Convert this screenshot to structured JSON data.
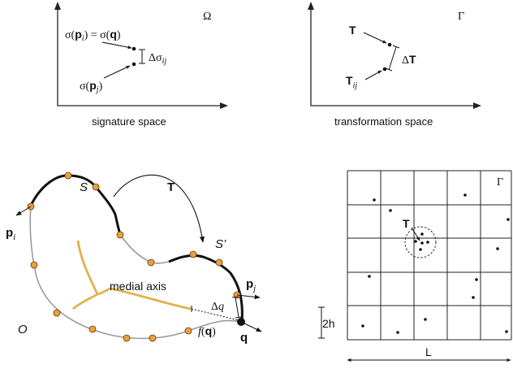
{
  "colors": {
    "medial_axis": "#e0b24c",
    "shape_thick": "#111111",
    "shape_thin": "#999999",
    "sample_point": "#e8a040"
  },
  "signature_panel": {
    "caption": "signature space",
    "space_symbol": "Ω",
    "label_top_left": "σ(",
    "label_top_p": "p",
    "label_top_i": "i",
    "label_top_mid": ") = σ(",
    "label_top_q": "q",
    "label_top_end": ")",
    "label_bottom_left": "σ(",
    "label_bottom_p": "p",
    "label_bottom_j": "j",
    "label_bottom_end": ")",
    "delta_sigma": "Δσ",
    "delta_sigma_sub": "ij"
  },
  "transformation_panel": {
    "caption": "transformation space",
    "space_symbol": "Γ",
    "label_T": "T",
    "label_Tij": "T",
    "label_Tij_sub": "ij",
    "delta_T_prefix": "Δ",
    "delta_T": "T"
  },
  "shape_panel": {
    "label_S": "S",
    "label_S_prime": "S’",
    "label_T": "T",
    "label_O": "O",
    "label_p": "p",
    "label_i": "i",
    "label_j": "j",
    "label_q": "q",
    "medial_axis": "medial axis",
    "delta_q_prefix": "Δ",
    "delta_q": "q",
    "fq_f": "f",
    "fq_open": "(",
    "fq_q": "q",
    "fq_close": ")"
  },
  "grid_panel": {
    "space_symbol": "Γ",
    "label_T": "T",
    "label_2h": "2h",
    "label_L": "L"
  }
}
